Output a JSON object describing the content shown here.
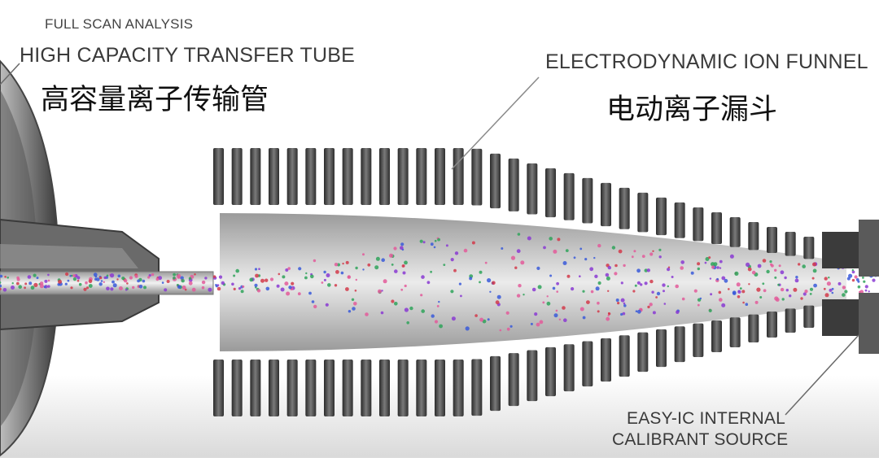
{
  "labels": {
    "full_scan": "FULL SCAN ANALYSIS",
    "transfer_tube_en": "HIGH CAPACITY TRANSFER TUBE",
    "transfer_tube_zh": "高容量离子传输管",
    "ion_funnel_en": "ELECTRODYNAMIC ION FUNNEL",
    "ion_funnel_zh": "电动离子漏斗",
    "calibrant_line1": "EASY-IC INTERNAL",
    "calibrant_line2": "CALIBRANT SOURCE"
  },
  "colors": {
    "metal_dark": "#2e2e2e",
    "metal_mid": "#6c6c6c",
    "metal_light": "#c9c9c9",
    "ion_blue": "#3a5bd9",
    "ion_red": "#d23a4a",
    "ion_green": "#2fa35a",
    "ion_purple": "#8a3ad2",
    "ion_pink": "#e35a9a",
    "background": "#ffffff"
  }
}
